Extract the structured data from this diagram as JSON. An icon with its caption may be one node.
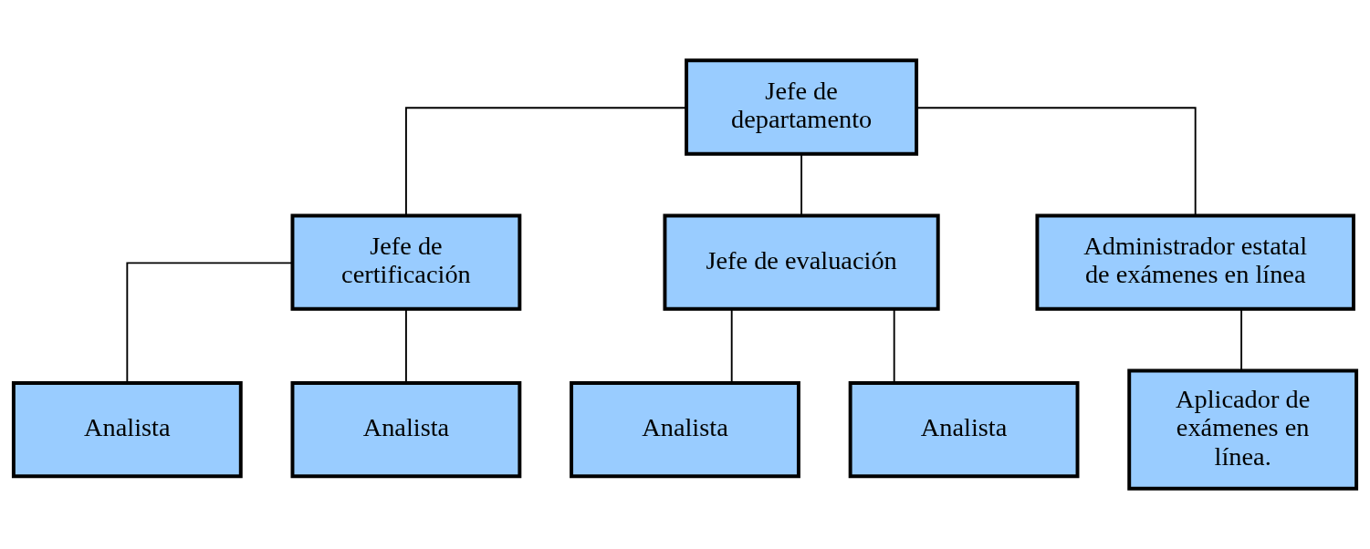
{
  "diagram": {
    "nodes": [
      {
        "text": [
          "Jefe de departamento"
        ]
      },
      {
        "text": [
          "Jefe de certificación"
        ]
      },
      {
        "text": [
          "Jefe de evaluación"
        ]
      },
      {
        "text": [
          "Administrador estatal de exámenes en línea"
        ]
      },
      {
        "text": [
          "Analista"
        ]
      },
      {
        "text": [
          "Analista"
        ]
      },
      {
        "text": [
          "Analista"
        ]
      },
      {
        "text": [
          "Analista"
        ]
      },
      {
        "text": [
          "Aplicador de exámenes en línea."
        ]
      }
    ],
    "edges": [
      {
        "from": 0,
        "to": 1,
        "arrow": "none"
      },
      {
        "from": 0,
        "to": 2,
        "arrow": "none"
      },
      {
        "from": 0,
        "to": 3,
        "arrow": "none"
      },
      {
        "from": 1,
        "to": 4,
        "arrow": "none"
      },
      {
        "from": 1,
        "to": 5,
        "arrow": "none"
      },
      {
        "from": 2,
        "to": 6,
        "arrow": "none"
      },
      {
        "from": 2,
        "to": 7,
        "arrow": "none"
      },
      {
        "from": 3,
        "to": 8,
        "arrow": "none"
      }
    ]
  }
}
